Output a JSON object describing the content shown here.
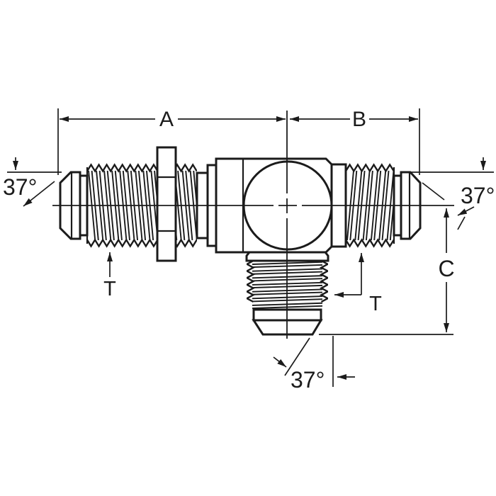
{
  "meta": {
    "background": "#ffffff",
    "ink": "#1b1b1b"
  },
  "labels": {
    "dim_a": "A",
    "dim_b": "B",
    "dim_c": "C",
    "angle_left": "37°",
    "angle_right": "37°",
    "angle_bottom": "37°",
    "thread_left": "T",
    "thread_right": "T"
  }
}
